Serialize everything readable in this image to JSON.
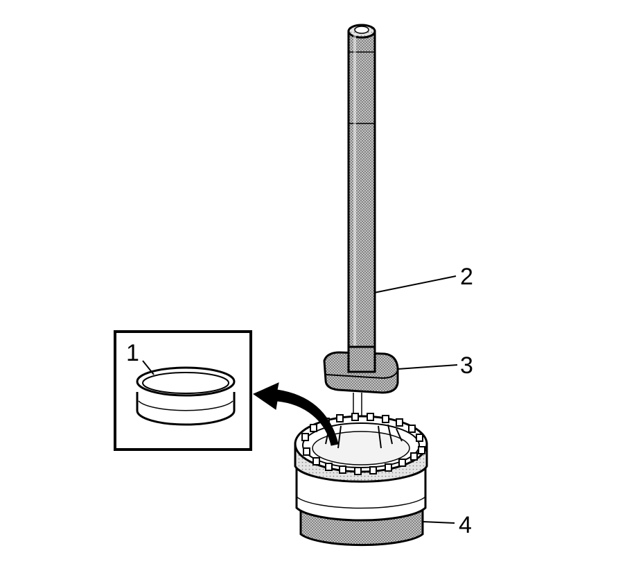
{
  "callouts": [
    "1",
    "2",
    "3",
    "4"
  ],
  "colors": {
    "ink": "#000000",
    "paper": "#ffffff",
    "stipple": "#9a9a9a"
  }
}
